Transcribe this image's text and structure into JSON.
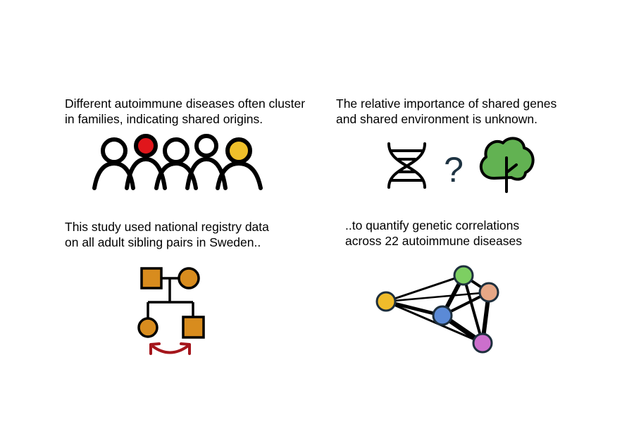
{
  "panels": {
    "families": {
      "line1": "Different autoimmune diseases often cluster",
      "line2": "in families, indicating shared origins."
    },
    "origins": {
      "line1": "The relative importance of shared genes",
      "line2": "and shared environment is unknown.",
      "question_mark": "?"
    },
    "study": {
      "line1": "This study used national registry data",
      "line2": "on all adult sibling pairs in Sweden.."
    },
    "correlations": {
      "line1": "..to quantify genetic correlations",
      "line2": "across 22 autoimmune diseases"
    }
  },
  "colors": {
    "red": "#e0161b",
    "yellow": "#efc02a",
    "tree_green": "#62b252",
    "pedigree_orange": "#d88c1e",
    "sibling_arrow": "#a5161c",
    "node_yellow": "#f0bc2b",
    "node_green": "#7dcf62",
    "node_peach": "#e6a786",
    "node_blue": "#5b8ad6",
    "node_purple": "#cc6fcc"
  }
}
